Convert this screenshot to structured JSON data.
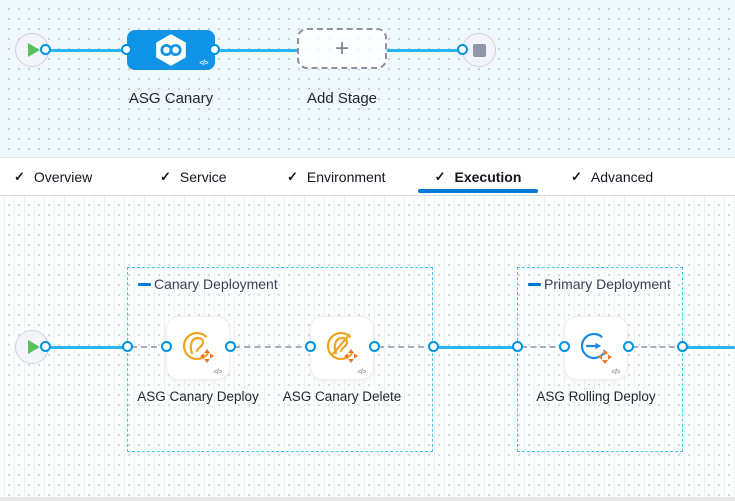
{
  "stage_graph": {
    "stage_name": "ASG Canary",
    "add_stage_label": "Add Stage",
    "plus_glyph": "+",
    "code_glyph": "</>"
  },
  "tabs": {
    "check_glyph": "✓",
    "items": [
      {
        "label": "Overview",
        "checked": true,
        "active": false
      },
      {
        "label": "Service",
        "checked": true,
        "active": false
      },
      {
        "label": "Environment",
        "checked": true,
        "active": false
      },
      {
        "label": "Execution",
        "checked": true,
        "active": true
      },
      {
        "label": "Advanced",
        "checked": true,
        "active": false
      }
    ]
  },
  "execution_graph": {
    "code_glyph": "</>",
    "groups": [
      {
        "title": "Canary Deployment",
        "steps": [
          {
            "name": "ASG Canary Deploy"
          },
          {
            "name": "ASG Canary Delete"
          }
        ]
      },
      {
        "title": "Primary Deployment",
        "steps": [
          {
            "name": "ASG Rolling Deploy"
          }
        ]
      }
    ]
  },
  "colors": {
    "accent_blue": "#0278d5",
    "stage_node_blue": "#0f94e8",
    "connector_cyan": "#29b5f0",
    "group_border_cyan": "#45c7f4",
    "success_green": "#58c15c",
    "stop_gray": "#8f97a8",
    "canary_icon_orange": "#f0a422",
    "arrows_orange": "#ed7a2e",
    "rolling_icon_blue": "#1d87e0"
  }
}
